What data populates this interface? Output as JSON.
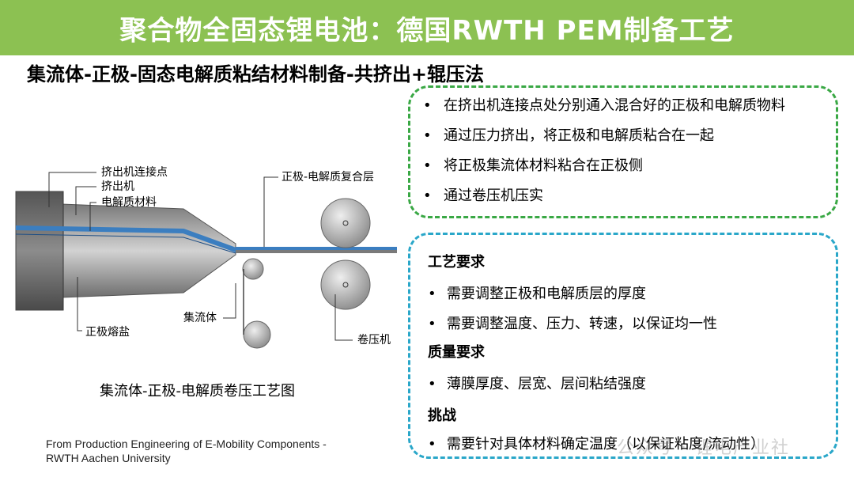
{
  "header": {
    "title": "聚合物全固态锂电池：德国RWTH PEM制备工艺",
    "bg_color": "#8cc152"
  },
  "subtitle": "集流体-正极-固态电解质粘结材料制备-共挤出+辊压法",
  "diagram": {
    "labels": {
      "extruder_connection": "挤出机连接点",
      "extruder": "挤出机",
      "electrolyte_material": "电解质材料",
      "cathode_electrolyte_layer": "正极-电解质复合层",
      "current_collector": "集流体",
      "cathode_melt": "正极熔盐",
      "roller_press": "卷压机"
    },
    "caption": "集流体-正极-电解质卷压工艺图"
  },
  "source": {
    "line1": "From Production Engineering of E-Mobility Components -",
    "line2": "RWTH Aachen University"
  },
  "process_box": {
    "border_color": "#3aa845",
    "items": [
      "在挤出机连接点处分别通入混合好的正极和电解质物料",
      "通过压力挤出，将正极和电解质粘合在一起",
      "将正极集流体材料粘合在正极侧",
      "通过卷压机压实"
    ]
  },
  "requirements_box": {
    "border_color": "#2aa7c9",
    "process_title": "工艺要求",
    "process_items": [
      "需要调整正极和电解质层的厚度",
      "需要调整温度、压力、转速，以保证均一性"
    ],
    "quality_title": "质量要求",
    "quality_items": [
      "薄膜厚度、层宽、层间粘结强度"
    ],
    "challenge_title": "挑战",
    "challenge_items": [
      "需要针对具体材料确定温度（以保证粘度/流动性）"
    ]
  },
  "watermark": "公众号 · 锂电产业社"
}
